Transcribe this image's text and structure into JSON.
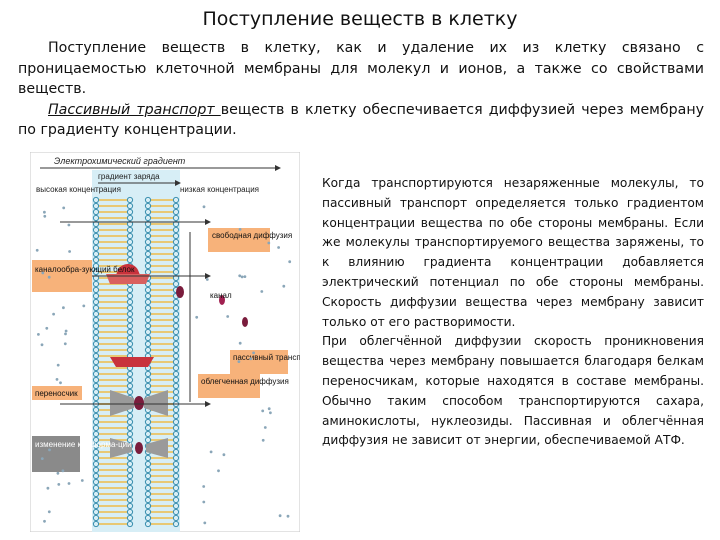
{
  "title": "Поступление веществ в клетку",
  "intro": {
    "p1": "Поступление веществ в клетку, как и удаление их из клетку связано с проницаемостью клеточной мембраны для молекул и ионов, а также со свойствами веществ.",
    "p2_term": "Пассивный транспорт ",
    "p2_rest": " веществ в клетку обеспечивается диффузией через мембрану по градиенту концентрации."
  },
  "figure": {
    "label_electrochem": "Электрохимический градиент",
    "label_charge": "градиент заряда",
    "label_high": "высокая концентрация",
    "label_low": "низкая концентрация",
    "label_free": "свободная диффузия",
    "label_channel_protein": "каналообра-зующий белок",
    "label_channel": "канал",
    "label_passive": "пассивный транспорт",
    "label_carrier": "переносчик",
    "label_facilitated": "облегченная диффузия",
    "label_conform": "изменение конформа-ции",
    "colors": {
      "membrane": "#b9dcea",
      "bead": "#3a8fae",
      "tail": "#e8c874",
      "protein": "#c8323c",
      "carrier": "#9a9a9a",
      "label_box": "#f7b27a"
    }
  },
  "side": {
    "p1": "Когда транспортируются незаряженные молекулы, то пассивный транспорт определяется только градиентом концентрации вещества по обе стороны мембраны. Если же молекулы транспортируемого вещества заряжены, то к влиянию градиента концентрации добавляется электрический потенциал по обе стороны мембраны. Скорость диффузии вещества через мембрану зависит только от его растворимости.",
    "p2": "При облегчённой диффузии скорость проникновения вещества через мембрану повышается благодаря белкам переносчикам, которые находятся в составе мембраны. Обычно таким способом транспортируются сахара, аминокислоты, нуклеозиды. Пассивная и облегчённая диффузия не зависит от энергии, обеспечиваемой АТФ."
  }
}
